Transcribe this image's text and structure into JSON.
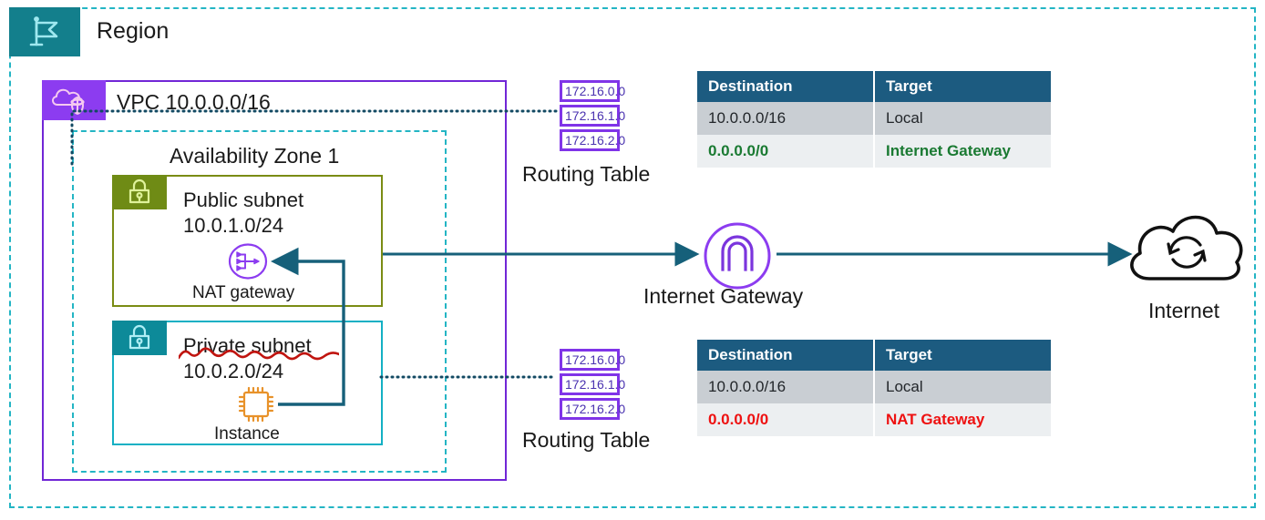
{
  "diagram": {
    "title": "AWS VPC with NAT Gateway routing",
    "colors": {
      "region_teal": "#137f8c",
      "vpc_purple": "#8c3cf0",
      "az_dash": "#23b5c4",
      "public_subnet_olive": "#6f8b15",
      "private_subnet_teal": "#0d8a99",
      "table_header": "#1c5b80",
      "accent_green": "#1a7a32",
      "accent_red": "#ee1111",
      "badge_purple": "#8034e8",
      "connector_teal": "#16607a",
      "instance_orange": "#e8922a"
    }
  },
  "region": {
    "label": "Region",
    "icon": "flag-icon"
  },
  "vpc": {
    "label": "VPC 10.0.0.0/16",
    "icon": "vpc-cloud-icon"
  },
  "availability_zone": {
    "label": "Availability Zone 1"
  },
  "public_subnet": {
    "icon": "lock-icon",
    "name": "Public subnet",
    "cidr": "10.0.1.0/24",
    "node": {
      "icon": "nat-gateway-icon",
      "label": "NAT gateway"
    }
  },
  "private_subnet": {
    "icon": "lock-icon",
    "name": "Private subnet",
    "cidr": "10.0.2.0/24",
    "node": {
      "icon": "instance-chip-icon",
      "label": "Instance"
    }
  },
  "internet_gateway": {
    "label": "Internet Gateway",
    "icon": "internet-gateway-icon"
  },
  "internet": {
    "label": "Internet",
    "icon": "internet-cloud-icon"
  },
  "routing_tables": [
    {
      "id": "public",
      "caption": "Routing Table",
      "badges": [
        "172.16.0.0",
        "172.16.1.0",
        "172.16.2.0"
      ],
      "columns": [
        "Destination",
        "Target"
      ],
      "rows": [
        {
          "destination": "10.0.0.0/16",
          "target": "Local",
          "style": "local"
        },
        {
          "destination": "0.0.0.0/0",
          "target": "Internet Gateway",
          "style": "green"
        }
      ]
    },
    {
      "id": "private",
      "caption": "Routing Table",
      "badges": [
        "172.16.0.0",
        "172.16.1.0",
        "172.16.2.0"
      ],
      "columns": [
        "Destination",
        "Target"
      ],
      "rows": [
        {
          "destination": "10.0.0.0/16",
          "target": "Local",
          "style": "local"
        },
        {
          "destination": "0.0.0.0/0",
          "target": "NAT Gateway",
          "style": "red"
        }
      ]
    }
  ]
}
